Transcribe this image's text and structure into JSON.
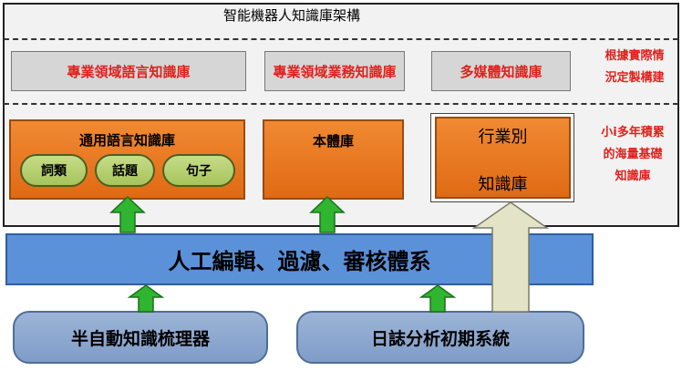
{
  "title": "智能機器人知識庫架構",
  "top_tier": {
    "boxes": [
      "專業領域語言知識庫",
      "專業領域業務知識庫",
      "多媒體知識庫"
    ],
    "note_lines": [
      "根據實際情",
      "況定製構建"
    ]
  },
  "middle_tier": {
    "general_language_kb": {
      "label": "通用語言知識庫",
      "items": [
        "詞類",
        "話題",
        "句子"
      ]
    },
    "ontology_kb": "本體庫",
    "industry_kb": [
      "行業別",
      "知識庫"
    ],
    "note_lines": [
      "小i多年積累",
      "的海量基礎",
      "知識庫"
    ]
  },
  "processing_bar": "人工編輯、過濾、審核體系",
  "tools": [
    "半自動知識梳理器",
    "日誌分析初期系統"
  ],
  "colors": {
    "accent_text": "#e0201c",
    "orange": "#e87a22",
    "blue_bar": "#5b91d8",
    "green_arrow": "#2fb52f",
    "pill_green": "#b5cf6e",
    "tool_blue": "#8aa6cf"
  }
}
